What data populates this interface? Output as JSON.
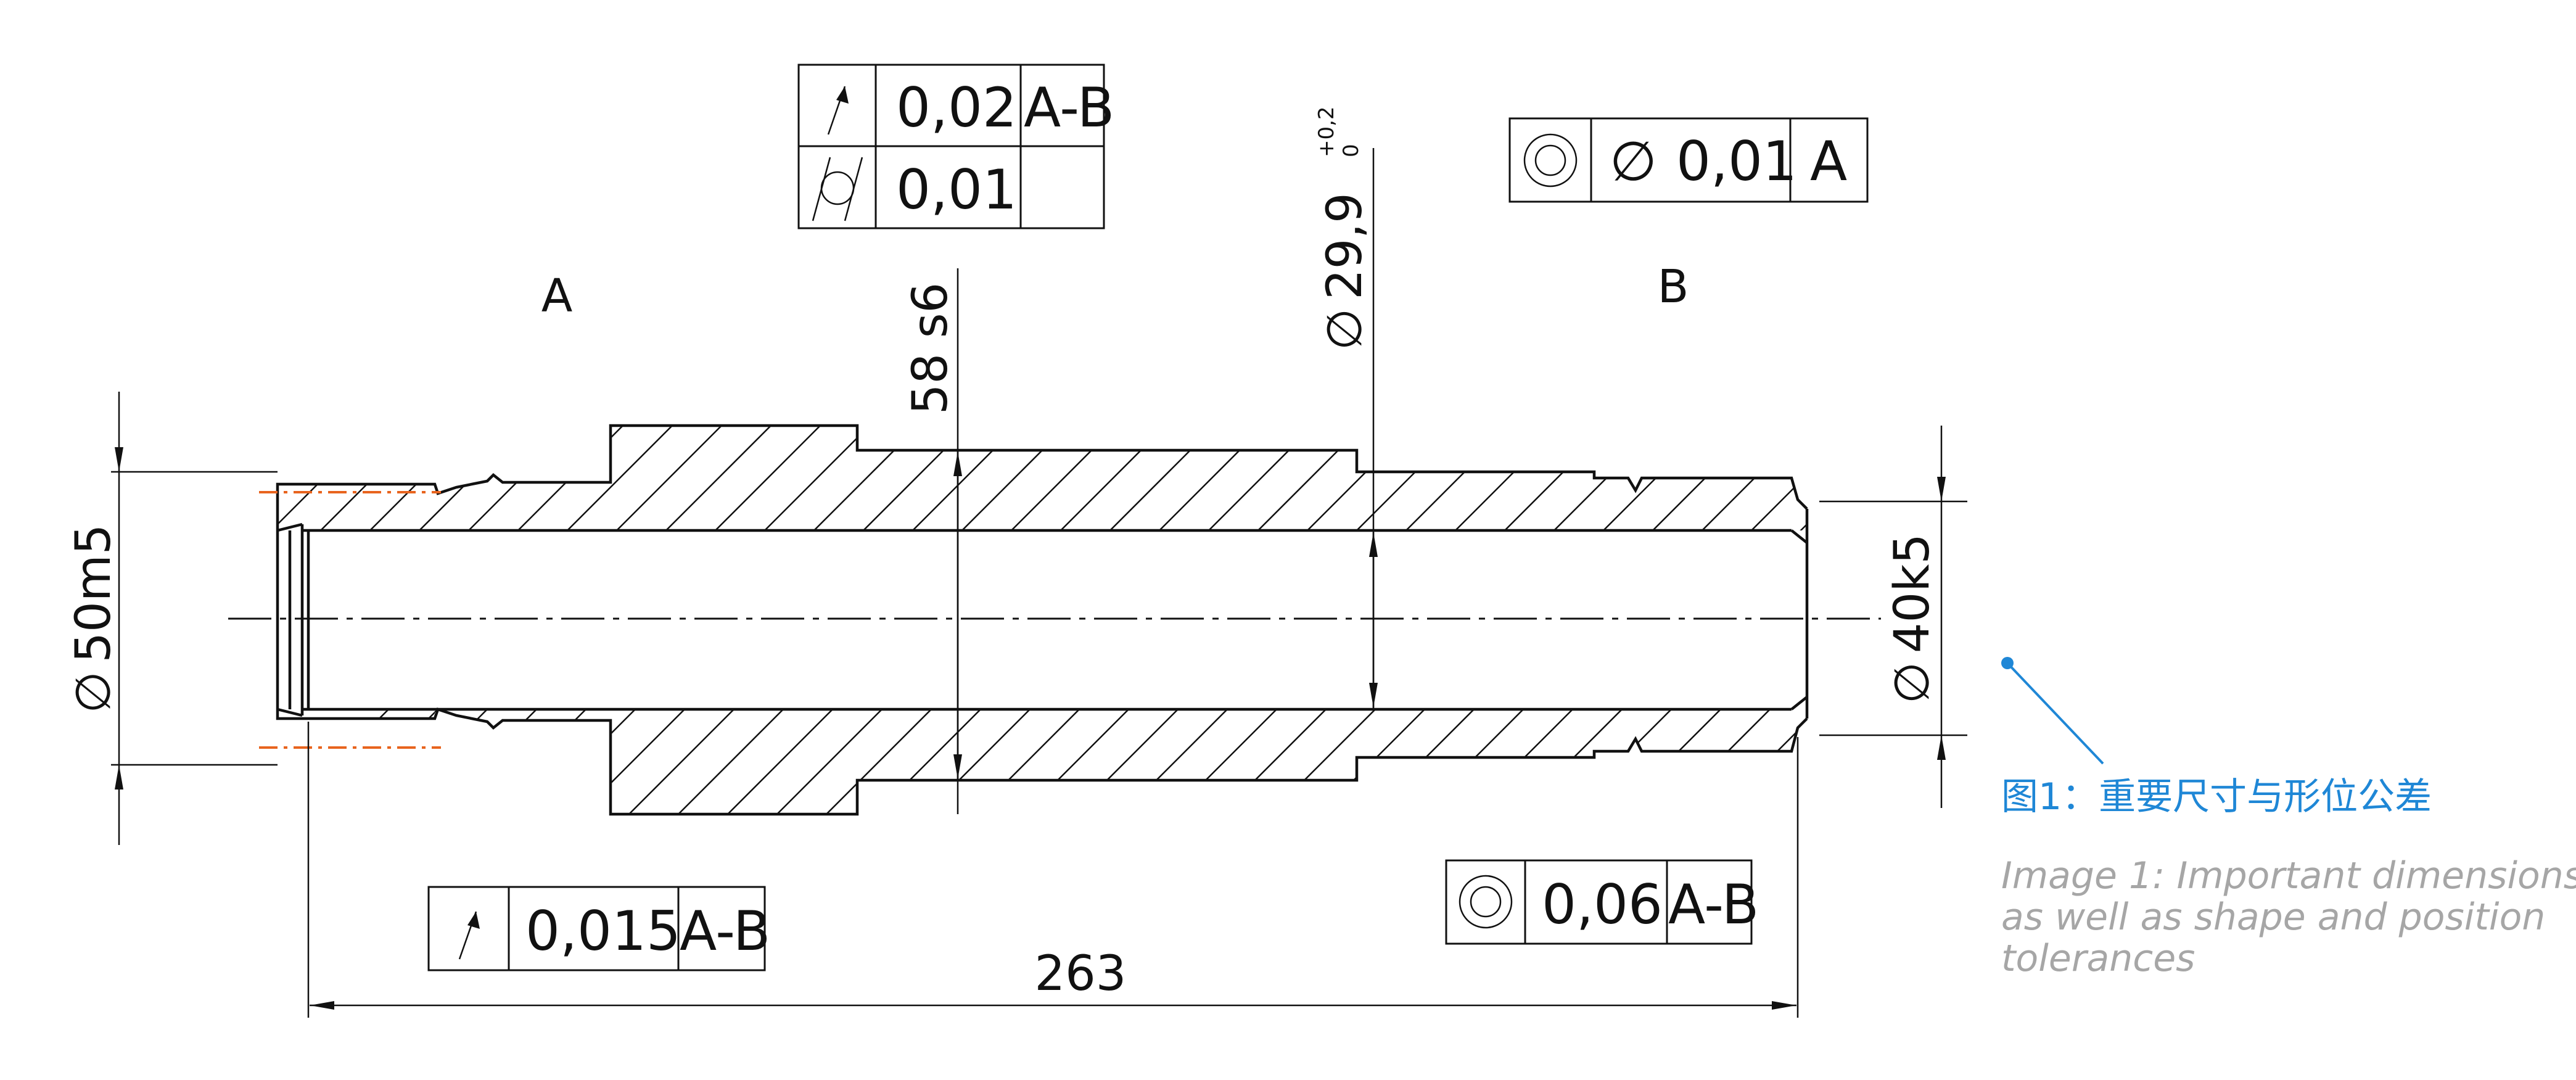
{
  "drawing": {
    "datum_labels": {
      "a": "A",
      "b": "B"
    },
    "dimensions": {
      "shoulder_dia": "58 s6",
      "bore_dia_main": "29,9",
      "bore_dia_upper_tol": "+0,2",
      "bore_dia_lower_tol": "0",
      "left_journal": "50m5",
      "right_journal": "40k5",
      "overall_length": "263",
      "diameter_symbol": "∅"
    },
    "tolerance_frames": {
      "top_row1": {
        "value": "0,02",
        "datum": "A-B",
        "symbol": "circular-runout-icon"
      },
      "top_row2": {
        "value": "0,01",
        "symbol": "cylindricity-icon"
      },
      "concentricity_top": {
        "diameter": "∅",
        "value": "0,01",
        "datum": "A",
        "symbol": "concentricity-icon"
      },
      "runout_bottom": {
        "value": "0,015",
        "datum": "A-B",
        "symbol": "circular-runout-icon"
      },
      "concentricity_bottom": {
        "value": "0,06",
        "datum": "A-B",
        "symbol": "concentricity-icon"
      }
    }
  },
  "caption": {
    "chinese": "图1：重要尺寸与形位公差",
    "english_line1": "Image 1: Important dimensions",
    "english_line2": "as well as shape and position",
    "english_line3": "tolerances",
    "color_chinese": "#1f87d6",
    "color_english": "#a6a6a6"
  }
}
